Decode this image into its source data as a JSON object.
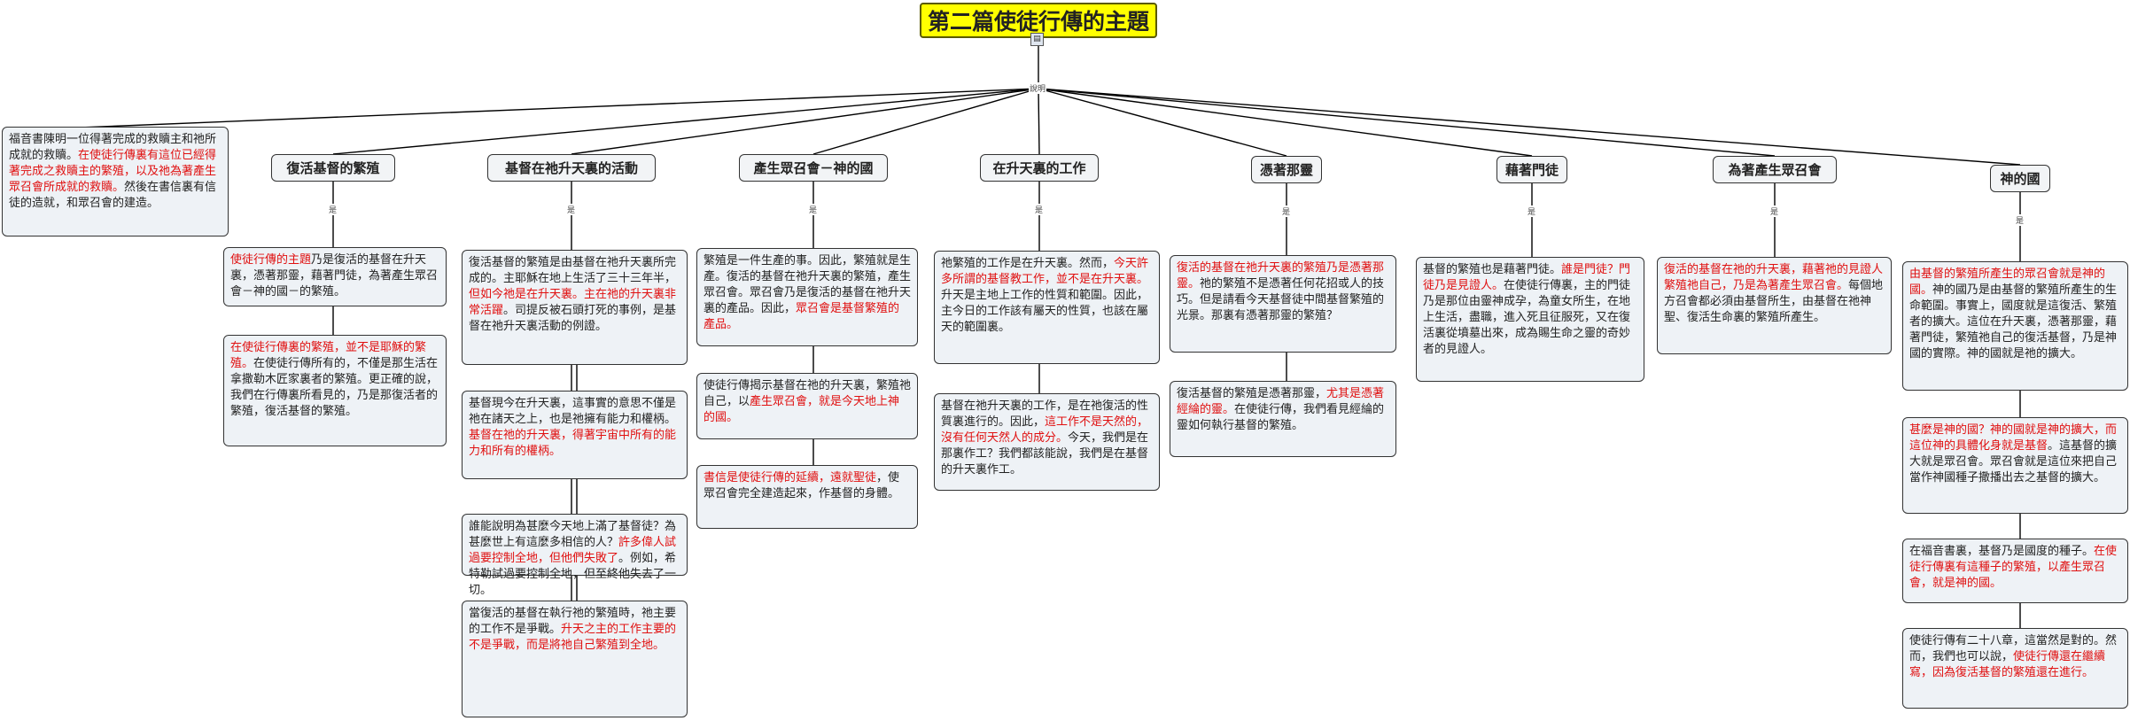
{
  "root": {
    "title": "第二篇使徒行傳的主題",
    "icon": "note-icon"
  },
  "hub": {
    "label": "說明",
    "branch_label": "是"
  },
  "intro": {
    "parts": [
      {
        "t": "福音書陳明一位得著完成的救贖主和祂所成就的救贖。"
      },
      {
        "t": "在使徒行傳裏有這位已經得著完成之救贖主的繁殖，以及祂為著產生眾召會所成就的救贖。",
        "red": true
      },
      {
        "t": "然後在書信裏有信徒的造就，和眾召會的建造。"
      }
    ]
  },
  "branches": [
    {
      "title": "復活基督的繁殖",
      "notes": [
        [
          {
            "t": "使徒行傳的主題",
            "red": true
          },
          {
            "t": "乃是復活的基督在升天裏，憑著那靈，藉著門徒，為著產生眾召會－神的國－的繁殖。"
          }
        ],
        [
          {
            "t": "在使徒行傳裏的繁殖，並不是耶穌的繁殖。",
            "red": true
          },
          {
            "t": "在使徒行傳所有的，不僅是那生活在拿撒勒木匠家裏者的繁殖。更正確的說，我們在行傳裏所看見的，乃是那復活者的繁殖，復活基督的繁殖。"
          }
        ]
      ]
    },
    {
      "title": "基督在祂升天裏的活動",
      "notes": [
        [
          {
            "t": "復活基督的繁殖是由基督在祂升天裏所完成的。主耶穌在地上生活了三十三年半，"
          },
          {
            "t": "但如今祂是在升天裏。主在祂的升天裏非常活躍",
            "red": true
          },
          {
            "t": "。司提反被石頭打死的事例，是基督在祂升天裏活動的例證。"
          }
        ],
        [
          {
            "t": "基督現今在升天裏，這事實的意思不僅是祂在諸天之上，也是祂擁有能力和權柄。"
          },
          {
            "t": "基督在祂的升天裏，得著宇宙中所有的能力和所有的權柄。",
            "red": true
          }
        ],
        [
          {
            "t": "誰能說明為甚麼今天地上滿了基督徒？為甚麼世上有這麼多相信的人？"
          },
          {
            "t": "許多偉人試過要控制全地，但他們失敗了",
            "red": true
          },
          {
            "t": "。例如，希特勒試過要控制全地，但至終他失去了一切。"
          }
        ],
        [
          {
            "t": "當復活的基督在執行祂的繁殖時，祂主要的工作不是爭戰。"
          },
          {
            "t": "升天之主的工作主要的不是爭戰，而是將祂自己繁殖到全地。",
            "red": true
          }
        ]
      ]
    },
    {
      "title": "產生眾召會－神的國",
      "notes": [
        [
          {
            "t": "繁殖是一件生產的事。因此，繁殖就是生產。復活的基督在祂升天裏的繁殖，產生眾召會。眾召會乃是復活的基督在祂升天裏的產品。因此，"
          },
          {
            "t": "眾召會是基督繁殖的產品。",
            "red": true
          }
        ],
        [
          {
            "t": "使徒行傳揭示基督在祂的升天裏，繁殖祂自己，以"
          },
          {
            "t": "產生眾召會，就是今天地上神的國。",
            "red": true
          }
        ],
        [
          {
            "t": "書信是使徒行傳的延續，遠就聖徒",
            "red": true
          },
          {
            "t": "，使眾召會完全建造起來，作基督的身體。"
          }
        ]
      ]
    },
    {
      "title": "在升天裏的工作",
      "notes": [
        [
          {
            "t": "祂繁殖的工作是在升天裏。然而，"
          },
          {
            "t": "今天許多所謂的基督教工作，並不是在升天裏。",
            "red": true
          },
          {
            "t": "升天是主地上工作的性質和範圍。因此，主今日的工作該有屬天的性質，也該在屬天的範圍裏。"
          }
        ],
        [
          {
            "t": "基督在祂升天裏的工作，是在祂復活的性質裏進行的。因此，"
          },
          {
            "t": "這工作不是天然的，沒有任何天然人的成分。",
            "red": true
          },
          {
            "t": "今天，我們是在那裏作工？我們都該能說，我們是在基督的升天裏作工。"
          }
        ]
      ]
    },
    {
      "title": "憑著那靈",
      "notes": [
        [
          {
            "t": "復活的基督在祂升天裏的繁殖乃是憑著那靈。",
            "red": true
          },
          {
            "t": "祂的繁殖不是憑著任何花招或人的技巧。但是請看今天基督徒中間基督繁殖的光景。那裏有憑著那靈的繁殖？"
          }
        ],
        [
          {
            "t": "復活基督的繁殖是憑著那靈，"
          },
          {
            "t": "尤其是憑著經綸的靈。",
            "red": true
          },
          {
            "t": "在使徒行傳，我們看見經綸的靈如何執行基督的繁殖。"
          }
        ]
      ]
    },
    {
      "title": "藉著門徒",
      "notes": [
        [
          {
            "t": "基督的繁殖也是藉著門徒。"
          },
          {
            "t": "誰是門徒？門徒乃是見證人。",
            "red": true
          },
          {
            "t": "在使徒行傳裏，主的門徒乃是那位由靈神成孕，為童女所生，在地上生活，盡職，進入死且征服死，又在復活裏從墳墓出來，成為賜生命之靈的奇妙者的見證人。"
          }
        ]
      ]
    },
    {
      "title": "為著產生眾召會",
      "notes": [
        [
          {
            "t": "復活的基督在祂的升天裏，藉著祂的見證人繁殖祂自己，乃是為著產生眾召會。",
            "red": true
          },
          {
            "t": "每個地方召會都必須由基督所生，由基督在祂神聖、復活生命裏的繁殖所產生。"
          }
        ]
      ]
    },
    {
      "title": "神的國",
      "notes": [
        [
          {
            "t": "由基督的繁殖所產生的眾召會就是神的國。",
            "red": true
          },
          {
            "t": "神的國乃是由基督的繁殖所產生的生命範圍。事實上，國度就是這復活、繁殖者的擴大。這位在升天裏，憑著那靈，藉著門徒，繁殖祂自己的復活基督，乃是神國的實際。神的國就是祂的擴大。"
          }
        ],
        [
          {
            "t": "甚麼是神的國？神的國就是神的擴大，而這位神的具體化身就是基督",
            "red": true
          },
          {
            "t": "。這基督的擴大就是眾召會。眾召會就是這位來把自己當作神國種子撒播出去之基督的擴大。"
          }
        ],
        [
          {
            "t": "在福音書裏，基督乃是國度的種子。"
          },
          {
            "t": "在使徒行傳裏有這種子的繁殖，以產生眾召會，就是神的國。",
            "red": true
          }
        ],
        [
          {
            "t": "使徒行傳有二十八章，這當然是對的。然而，我們也可以說，"
          },
          {
            "t": "使徒行傳還在繼續寫，因為復活基督的繁殖還在進行。",
            "red": true
          }
        ]
      ]
    }
  ]
}
